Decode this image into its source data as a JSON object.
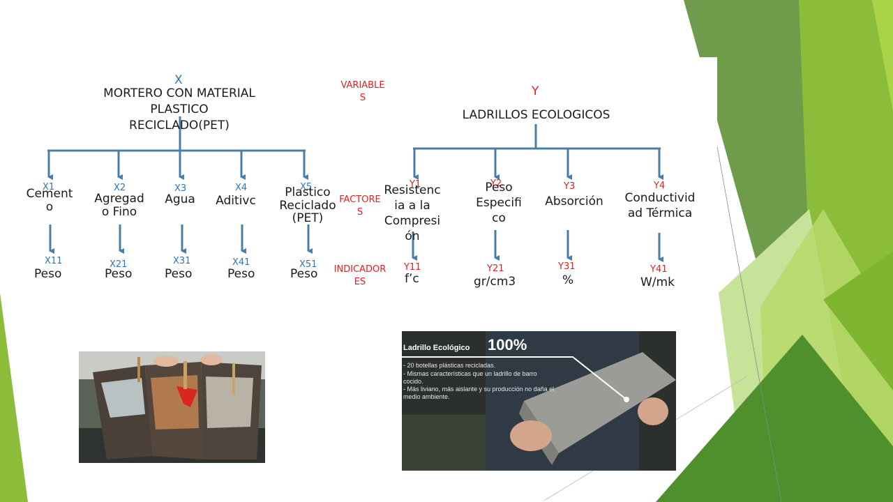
{
  "slide": {
    "x_variable": {
      "code": "X",
      "title_lines": [
        "MORTERO CON MATERIAL",
        "PLASTICO",
        "RECICLADO(PET)"
      ]
    },
    "y_variable": {
      "code": "Y",
      "title": "LADRILLOS ECOLOGICOS"
    },
    "side_labels": {
      "variables": [
        "VARIABLE",
        "S"
      ],
      "factores": [
        "FACTORE",
        "S"
      ],
      "indicadores": [
        "INDICADOR",
        "ES"
      ]
    },
    "x_factors": [
      {
        "code": "X1",
        "name_lines": [
          "Cement",
          "o"
        ],
        "indicator_code": "X11",
        "indicator": "Peso"
      },
      {
        "code": "X2",
        "name_lines": [
          "Agregad",
          "o Fino"
        ],
        "indicator_code": "X21",
        "indicator": "Peso"
      },
      {
        "code": "X3",
        "name_lines": [
          "Agua"
        ],
        "indicator_code": "X31",
        "indicator": "Peso"
      },
      {
        "code": "X4",
        "name_lines": [
          "Aditivc"
        ],
        "indicator_code": "X41",
        "indicator": "Peso"
      },
      {
        "code": "X5",
        "name_lines": [
          "Plastico",
          "Reciclado",
          "(PET)"
        ],
        "indicator_code": "X51",
        "indicator": "Peso"
      }
    ],
    "y_factors": [
      {
        "code": "Y1",
        "name_lines": [
          "Resistenc",
          "ia a la",
          "Compresi",
          "ón"
        ],
        "indicator_code": "Y11",
        "indicator": "f’c"
      },
      {
        "code": "Y2",
        "name_lines": [
          "Peso",
          "Especifi",
          "co"
        ],
        "indicator_code": "Y21",
        "indicator": "gr/cm3"
      },
      {
        "code": "Y3",
        "name_lines": [
          "Absorción"
        ],
        "indicator_code": "Y31",
        "indicator": "%"
      },
      {
        "code": "Y4",
        "name_lines": [
          "Conductivid",
          "ad Térmica"
        ],
        "indicator_code": "Y41",
        "indicator": "W/mk"
      }
    ],
    "brick_photo": {
      "heading": "Ladrillo Ecológico",
      "percent": "100%",
      "lines": [
        "- 20 botellas plásticas recicladas.",
        "- Mismas características que un ladrillo de barro",
        "cocido.",
        "- Más liviano, más aislante y su producción no daña el",
        "medio ambiente."
      ]
    },
    "colors": {
      "x_accent": "#2e75b6",
      "y_accent": "#e02020",
      "connector": "#4a7ea6",
      "green_dark": "#5a8f3c",
      "green_light": "#9bc53d"
    }
  }
}
